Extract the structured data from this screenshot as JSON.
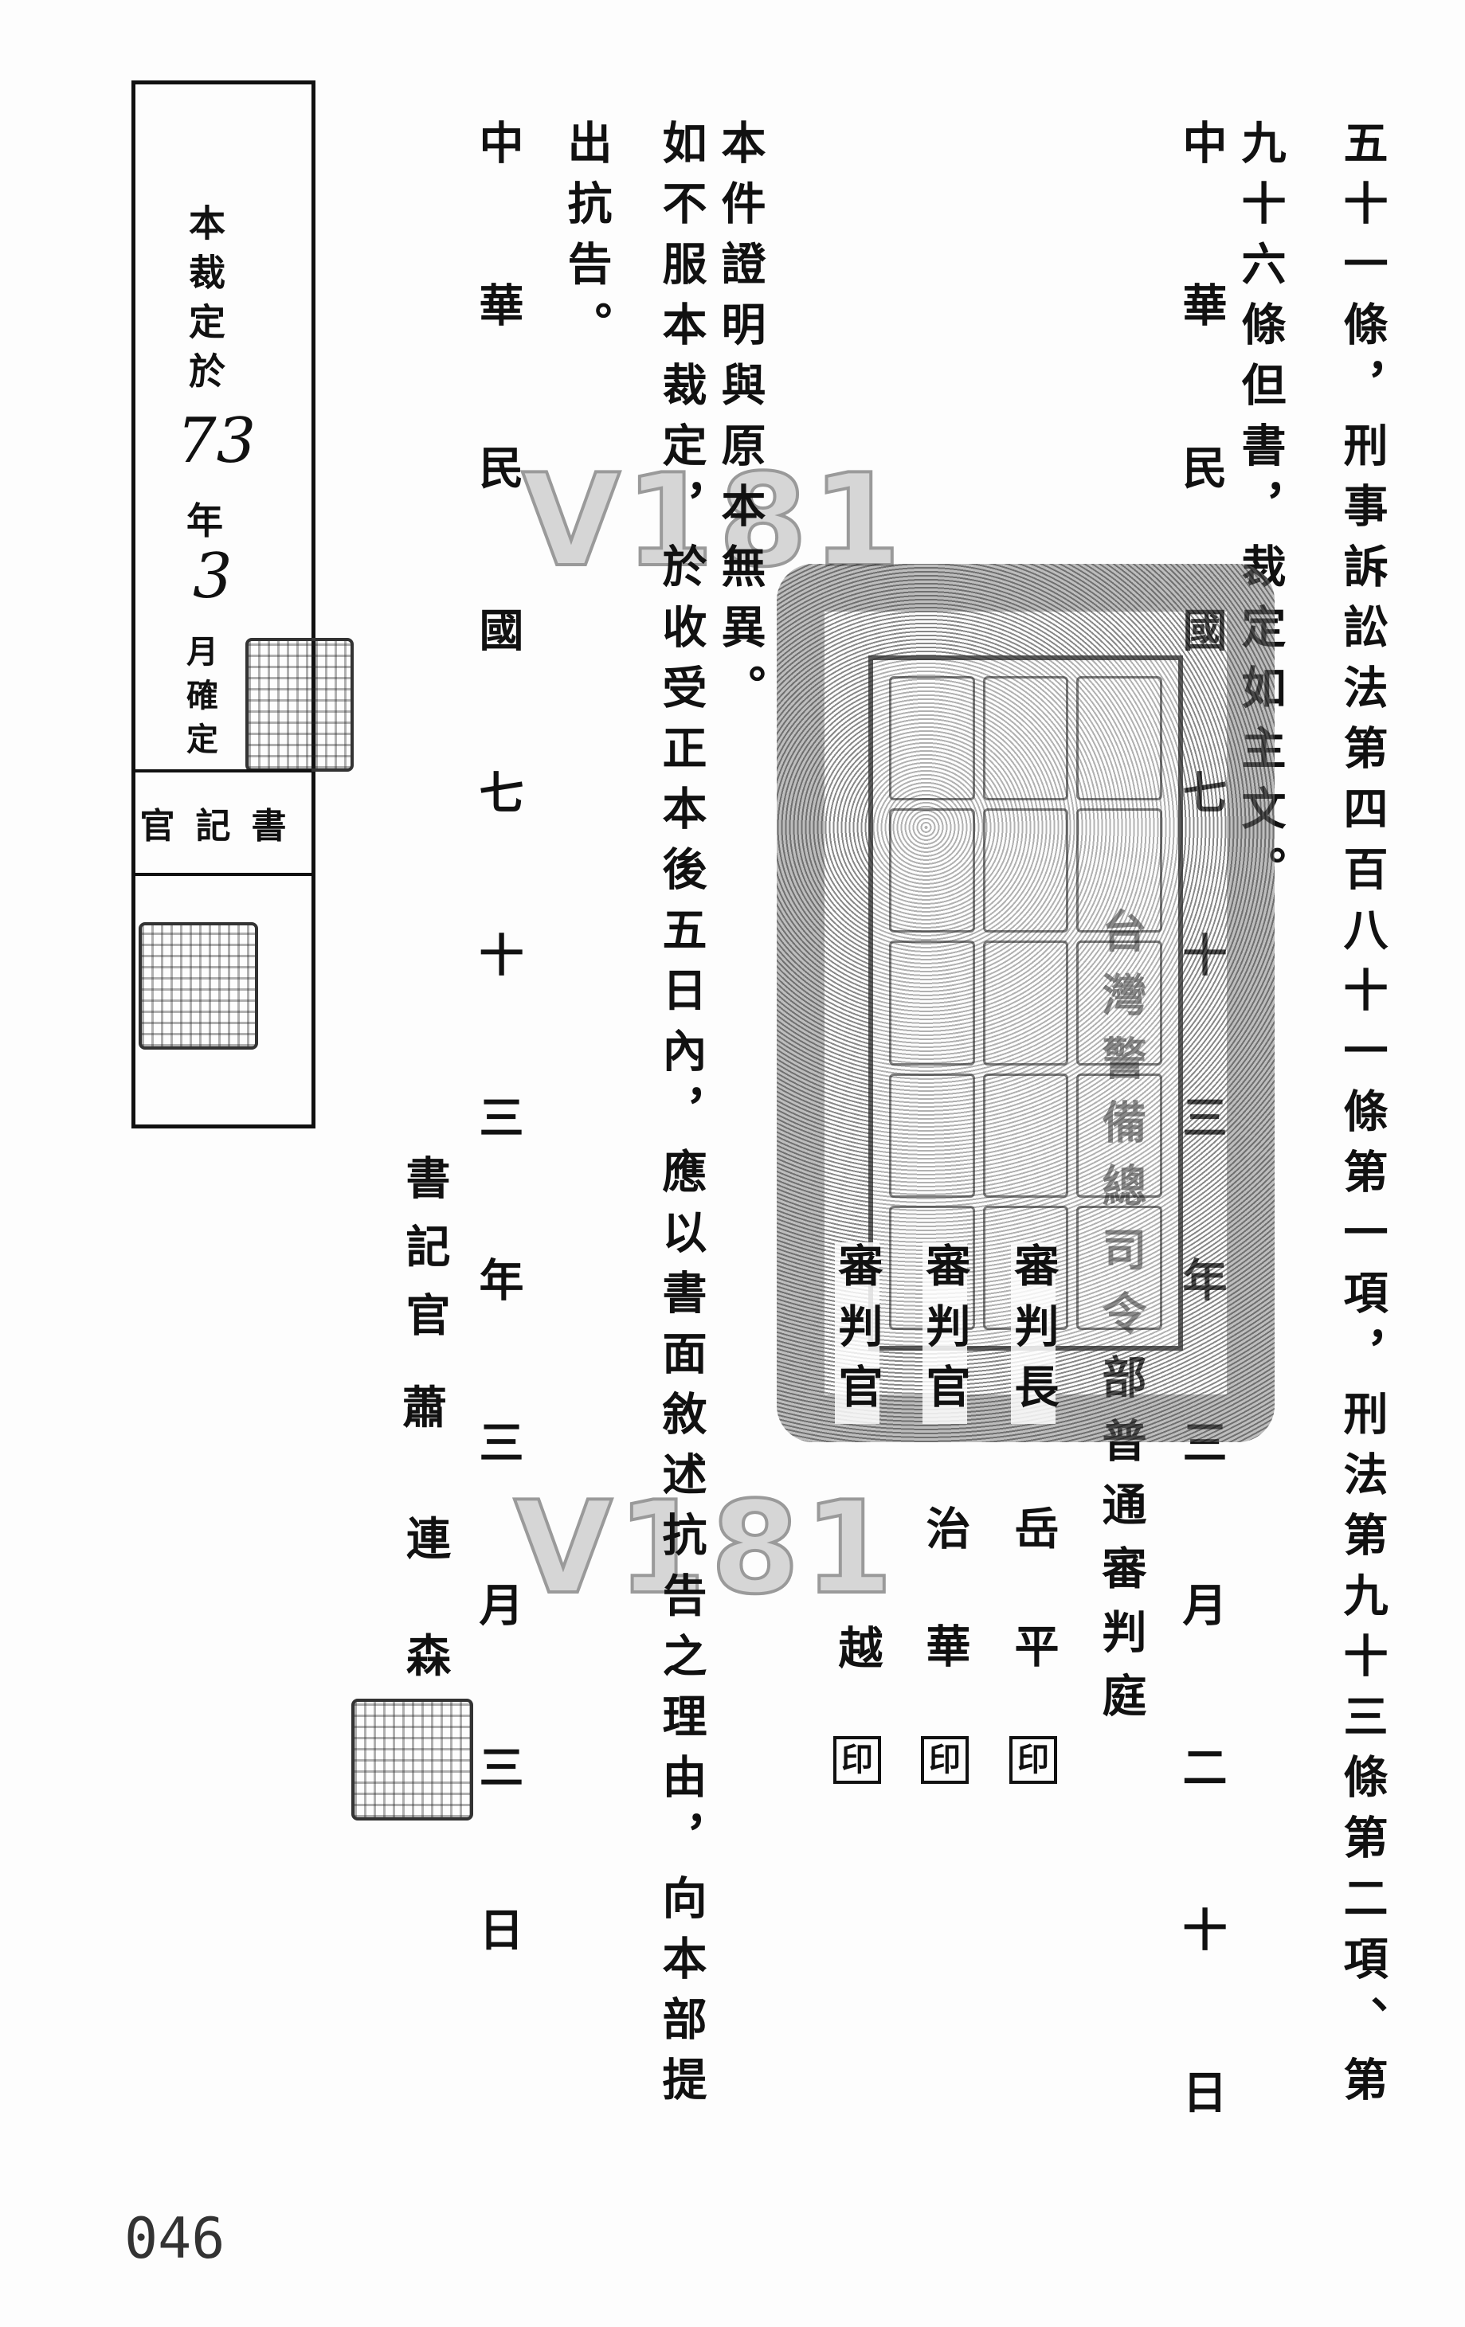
{
  "body": {
    "line1": "五十一條，刑事訴訟法第四百八十一條第一項，刑法第九十三條第二項、第",
    "line2": "九十六條但書，裁定如主文。",
    "date1": "中華民國七十三年三月二十日",
    "court": "台灣警備總司令部普通審判庭",
    "judges": [
      {
        "title": "審判長",
        "name": "岳平",
        "seal": "印"
      },
      {
        "title": "審判官",
        "name": "治華",
        "seal": "印"
      },
      {
        "title": "審判官",
        "name": "越",
        "seal": "印"
      }
    ],
    "certify": "本件證明與原本無異。",
    "appeal_line1": "如不服本裁定，於收受正本後五日內，應以書面敘述抗告之理由，向本部提",
    "appeal_line2": "出抗告。",
    "date2": "中華民國七十三年三月三日",
    "clerk_title": "書記官",
    "clerk_name": [
      "蕭",
      "連",
      "森"
    ]
  },
  "finality_box": {
    "prefix": "本裁定於",
    "year": "73",
    "year_unit": "年",
    "month": "3",
    "suffix_chars": [
      "月",
      "確",
      "定"
    ],
    "clerk_label": "書記官"
  },
  "watermark": "V181",
  "page_number": "046"
}
